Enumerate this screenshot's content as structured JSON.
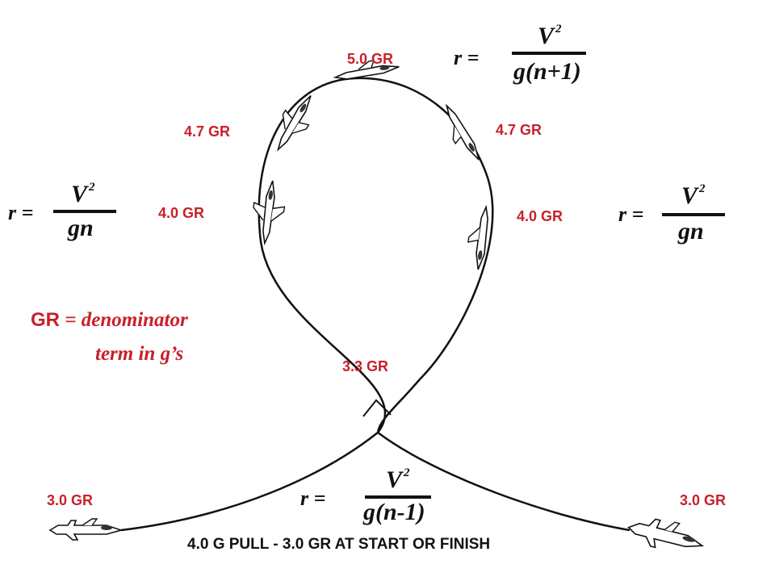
{
  "gr_labels": {
    "top": "5.0 GR",
    "upper_left": "4.7 GR",
    "upper_right": "4.7 GR",
    "mid_left": "4.0 GR",
    "mid_right": "4.0 GR",
    "crossover": "3.3 GR",
    "start_left": "3.0 GR",
    "finish_right": "3.0 GR"
  },
  "equations": {
    "top": {
      "lhs": "r =",
      "numerator": "V",
      "power": "2",
      "denominator": "g(n+1)"
    },
    "left": {
      "lhs": "r =",
      "numerator": "V",
      "power": "2",
      "denominator": "gn"
    },
    "right": {
      "lhs": "r =",
      "numerator": "V",
      "power": "2",
      "denominator": "gn"
    },
    "bottom": {
      "lhs": "r =",
      "numerator": "V",
      "power": "2",
      "denominator": "g(n-1)"
    }
  },
  "note": {
    "abbr": "GR",
    "line1": " = denominator",
    "line2": "term in g’s"
  },
  "caption": "4.0 G PULL - 3.0 GR AT START OR FINISH",
  "colors": {
    "label_red": "#c8202a",
    "ink": "#111111"
  }
}
